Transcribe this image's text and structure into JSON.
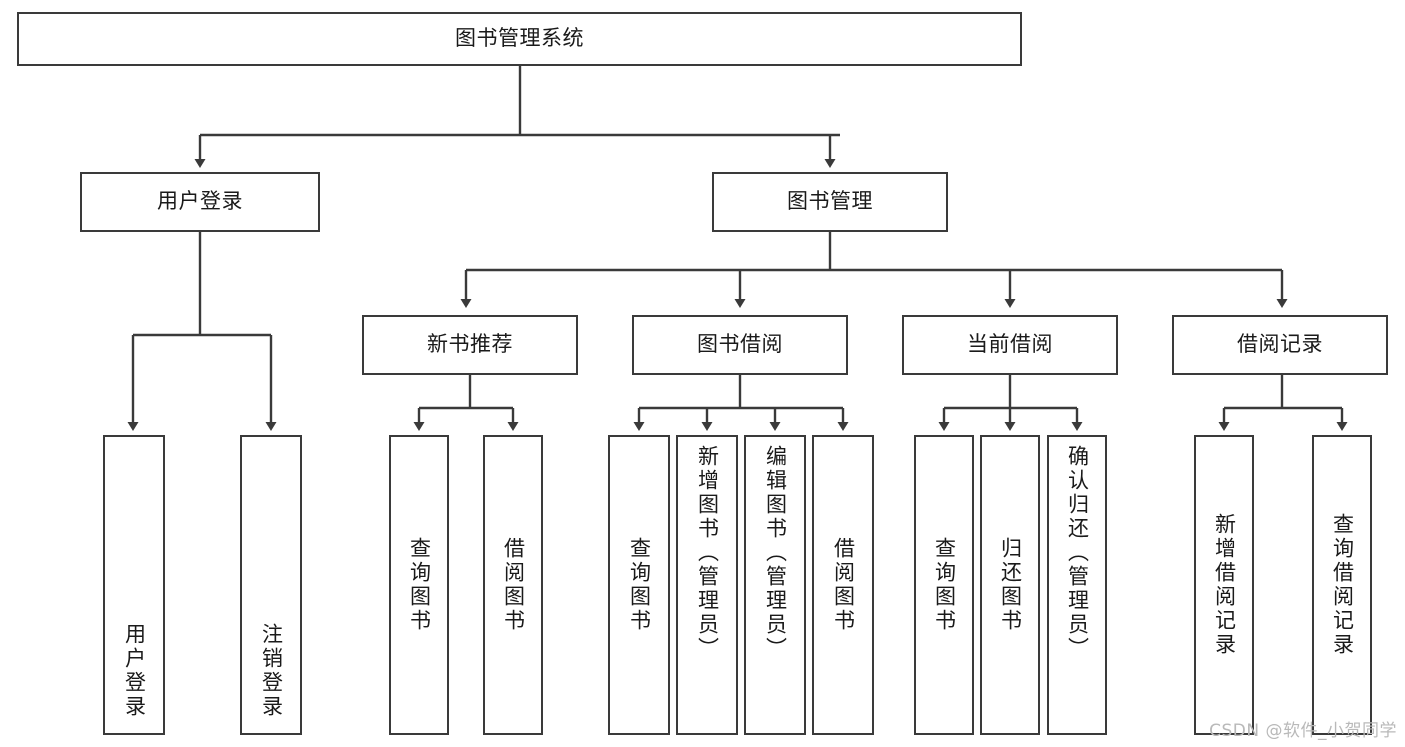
{
  "diagram": {
    "title": "图书管理系统",
    "type": "tree",
    "background_color": "#ffffff",
    "line_color": "#3a3a3a",
    "text_color": "#1a1a1a"
  },
  "nodes": {
    "root": {
      "label": "图书管理系统",
      "level": 0
    },
    "level1": [
      {
        "id": "user-login",
        "label": "用户登录"
      },
      {
        "id": "book-manage",
        "label": "图书管理"
      }
    ],
    "level2": [
      {
        "id": "new-book-recommend",
        "label": "新书推荐"
      },
      {
        "id": "book-borrow",
        "label": "图书借阅"
      },
      {
        "id": "current-borrow",
        "label": "当前借阅"
      },
      {
        "id": "borrow-record",
        "label": "借阅记录"
      }
    ],
    "leaves": {
      "user-login": [
        {
          "id": "leaf-user-login",
          "label": "用户登录"
        },
        {
          "id": "leaf-user-logout",
          "label": "注销登录"
        }
      ],
      "new-book-recommend": [
        {
          "id": "leaf-query-book-1",
          "label": "查询图书"
        },
        {
          "id": "leaf-borrow-book-1",
          "label": "借阅图书"
        }
      ],
      "book-borrow": [
        {
          "id": "leaf-query-book-2",
          "label": "查询图书"
        },
        {
          "id": "leaf-add-book",
          "label": "新增图书（管理员）"
        },
        {
          "id": "leaf-edit-book",
          "label": "编辑图书（管理员）"
        },
        {
          "id": "leaf-borrow-book-2",
          "label": "借阅图书"
        }
      ],
      "current-borrow": [
        {
          "id": "leaf-query-book-3",
          "label": "查询图书"
        },
        {
          "id": "leaf-return-book",
          "label": "归还图书"
        },
        {
          "id": "leaf-confirm-return",
          "label": "确认归还（管理员）"
        }
      ],
      "borrow-record": [
        {
          "id": "leaf-add-record",
          "label": "新增借阅记录"
        },
        {
          "id": "leaf-query-record",
          "label": "查询借阅记录"
        }
      ]
    }
  },
  "watermark": {
    "text": "CSDN @软件_小贺同学"
  }
}
